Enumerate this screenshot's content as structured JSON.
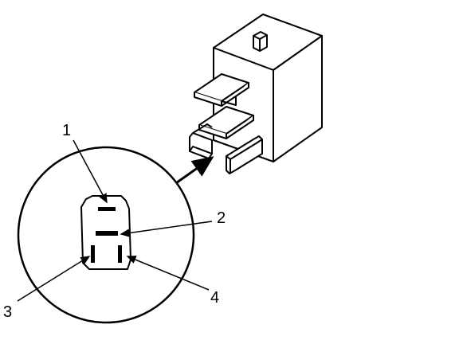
{
  "colors": {
    "line": "#000000",
    "background": "#ffffff"
  },
  "callouts": [
    {
      "id": "1",
      "label": "1"
    },
    {
      "id": "2",
      "label": "2"
    },
    {
      "id": "3",
      "label": "3"
    },
    {
      "id": "4",
      "label": "4"
    }
  ]
}
